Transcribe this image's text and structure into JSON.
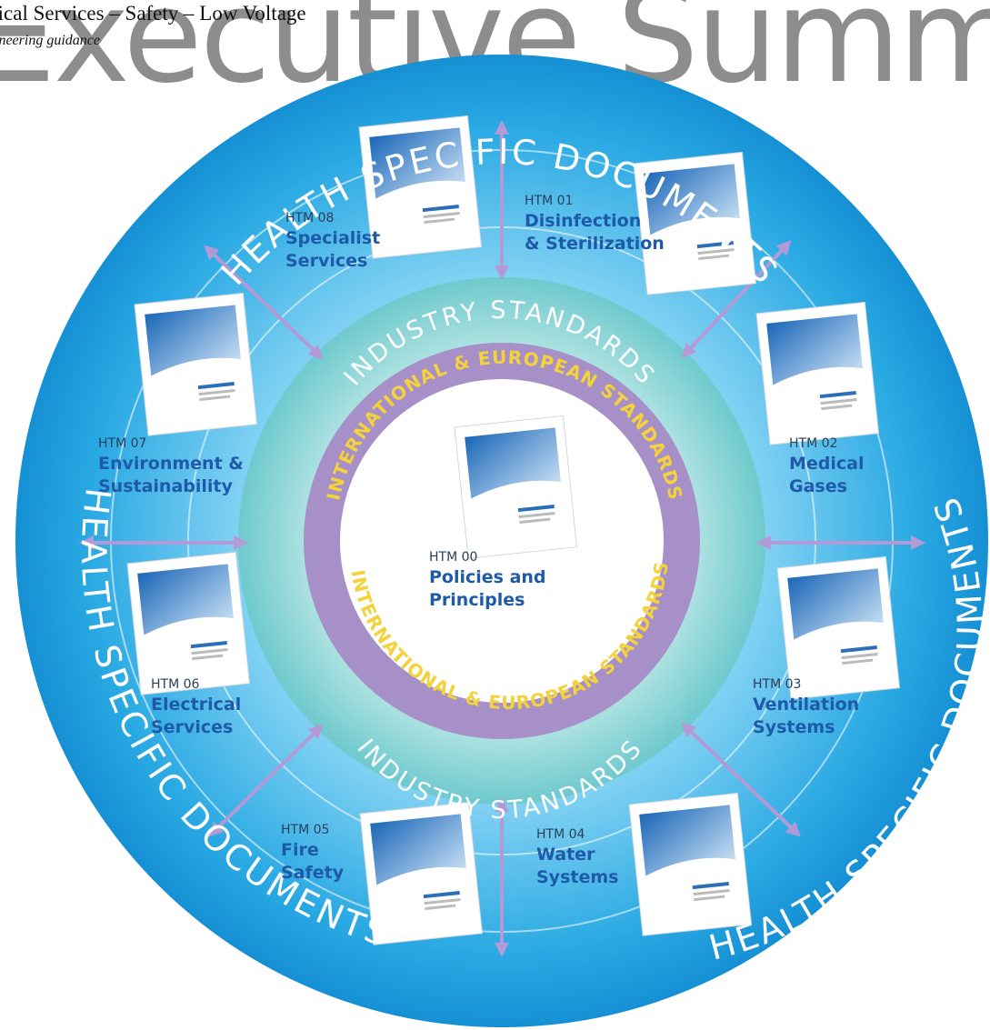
{
  "header": {
    "line1": "rical Services – Safety – Low Voltage",
    "line2": "ineering guidance",
    "background_title": "Executive Summar"
  },
  "rings": {
    "outer_label": "HEALTH SPECIFIC DOCUMENTS",
    "middle_label": "INDUSTRY STANDARDS",
    "inner_label": "INTERNATIONAL & EUROPEAN STANDARDS"
  },
  "documents": [
    {
      "code": "HTM 00",
      "title_line1": "Policies and",
      "title_line2": "Principles"
    },
    {
      "code": "HTM 01",
      "title_line1": "Disinfection",
      "title_line2": "& Sterilization"
    },
    {
      "code": "HTM 02",
      "title_line1": "Medical",
      "title_line2": "Gases"
    },
    {
      "code": "HTM 03",
      "title_line1": "Ventilation",
      "title_line2": "Systems"
    },
    {
      "code": "HTM 04",
      "title_line1": "Water",
      "title_line2": "Systems"
    },
    {
      "code": "HTM 05",
      "title_line1": "Fire",
      "title_line2": "Safety"
    },
    {
      "code": "HTM 06",
      "title_line1": "Electrical",
      "title_line2": "Services"
    },
    {
      "code": "HTM 07",
      "title_line1": "Environment &",
      "title_line2": "Sustainability"
    },
    {
      "code": "HTM 08",
      "title_line1": "Specialist",
      "title_line2": "Services"
    }
  ],
  "colors": {
    "outer_ring": "#1aa3de",
    "industry_ring": "#7fd0d2",
    "international_ring": "#a78fc8",
    "ring_text": "#ffffff",
    "intl_text": "#f3d23a",
    "arrows": "#b39ad6",
    "doc_title": "#1e5aa8"
  }
}
